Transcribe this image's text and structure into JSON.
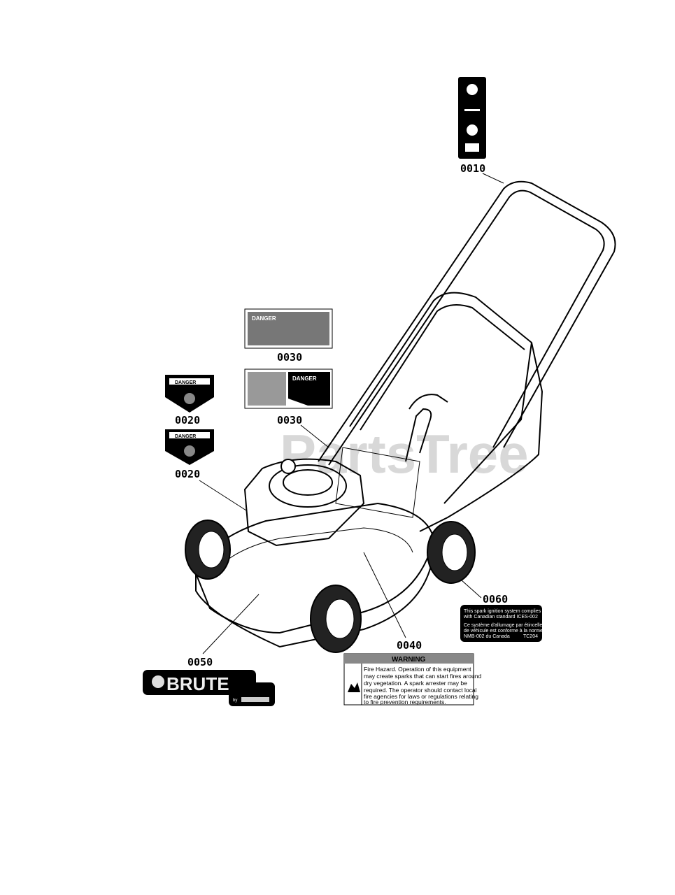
{
  "watermark": "PartsTree",
  "callouts": [
    "0010",
    "0020",
    "0020",
    "0030",
    "0030",
    "0040",
    "0050",
    "0060"
  ],
  "decal_0060": {
    "line1": "This spark ignition system complies",
    "line2": "with Canadian standard ICES-002",
    "line3": "Ce système d'allumage par étincelle",
    "line4": "de véhicule est conforme à la norme",
    "line5": "NMB-002 du Canada",
    "code": "TC204"
  },
  "decal_0040": {
    "header": "WARNING",
    "lines": [
      "Fire Hazard. Operation of this equipment",
      "may create sparks that can start fires around",
      "dry vegetation. A spark arrester may be",
      "required. The operator should contact local",
      "fire agencies for laws or regulations relating",
      "to fire prevention requirements."
    ]
  },
  "decal_0050": {
    "brand": "BRUTE",
    "by": "by"
  },
  "decal_0020": {
    "header": "DANGER"
  },
  "decal_0030": {
    "header": "DANGER"
  }
}
